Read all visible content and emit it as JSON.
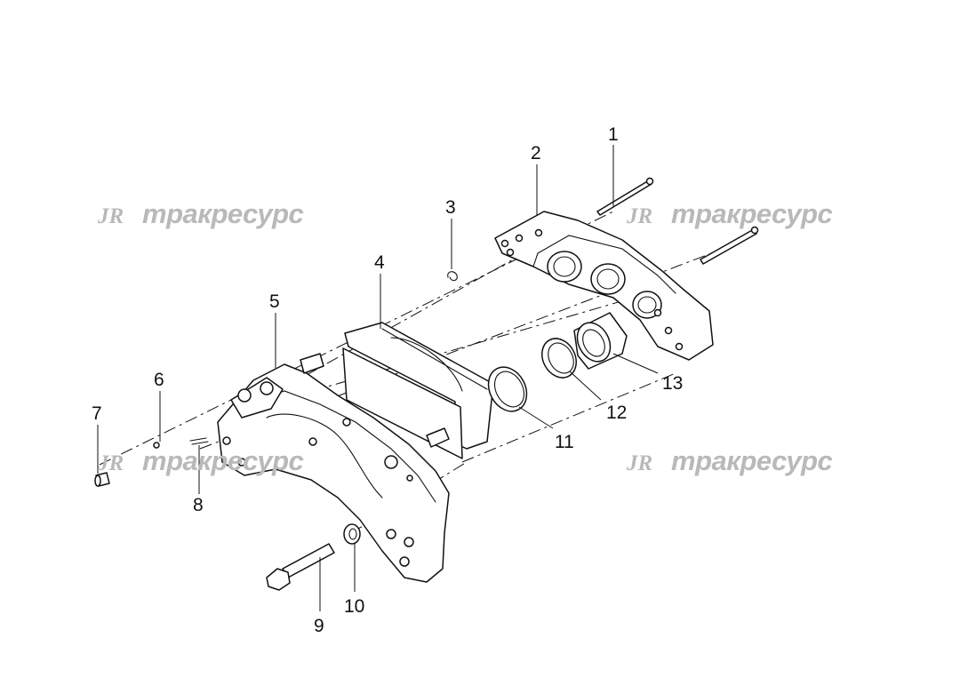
{
  "watermark": {
    "logo": "JR",
    "text": "тракресурс",
    "color": "#b9b9b9"
  },
  "callouts": [
    "1",
    "2",
    "3",
    "4",
    "5",
    "6",
    "7",
    "8",
    "9",
    "10",
    "11",
    "12",
    "13"
  ],
  "colors": {
    "line": "#111111",
    "background": "#ffffff"
  }
}
